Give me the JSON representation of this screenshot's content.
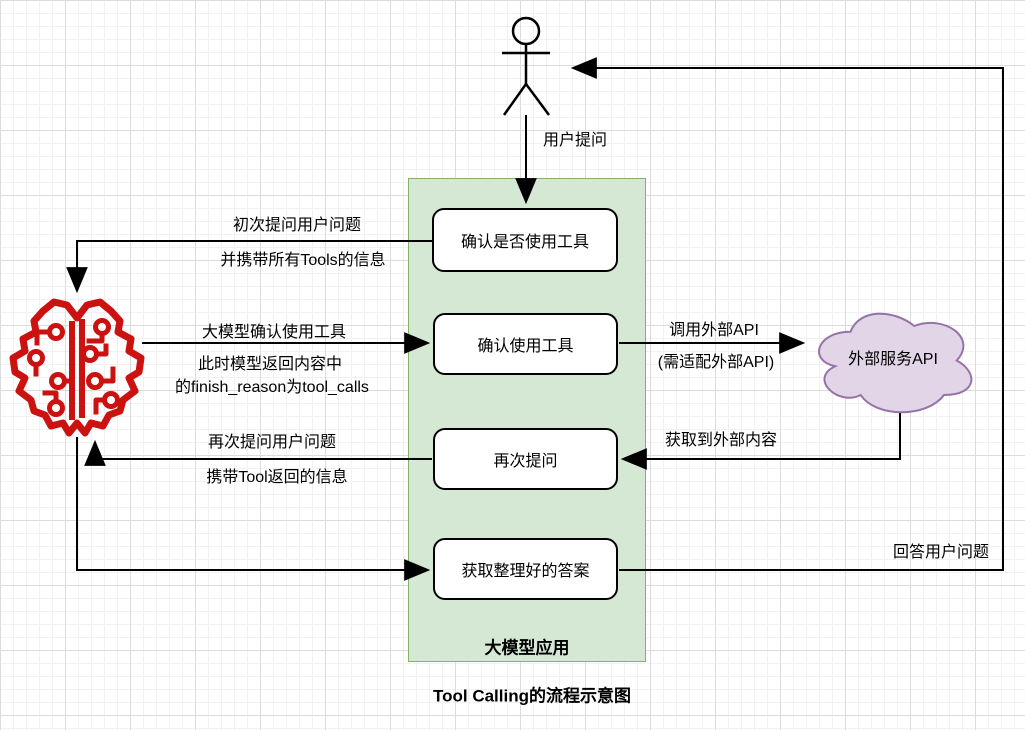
{
  "diagram": {
    "title": "Tool Calling的流程示意图",
    "container": {
      "label": "大模型应用"
    },
    "nodes": [
      {
        "id": "confirm-whether-use-tools",
        "label": "确认是否使用工具"
      },
      {
        "id": "confirm-use-tools",
        "label": "确认使用工具"
      },
      {
        "id": "ask-again",
        "label": "再次提问"
      },
      {
        "id": "get-final-answer",
        "label": "获取整理好的答案"
      }
    ],
    "cloud": {
      "label": "外部服务API"
    },
    "edge_labels": {
      "user_question": "用户提问",
      "first_ask_line1": "初次提问用户问题",
      "first_ask_line2": "并携带所有Tools的信息",
      "model_confirm_line1": "大模型确认使用工具",
      "model_confirm_line2": "此时模型返回内容中",
      "model_confirm_line3": "的finish_reason为tool_calls",
      "ask_again_line1": "再次提问用户问题",
      "ask_again_line2": "携带Tool返回的信息",
      "call_api_line1": "调用外部API",
      "call_api_line2": "(需适配外部API)",
      "got_external_content": "获取到外部内容",
      "answer_user": "回答用户问题"
    },
    "icons": {
      "actor": "person-icon",
      "brain": "ai-brain-circuit-icon"
    },
    "colors": {
      "container_fill": "#d5e8d4",
      "container_border": "#82b366",
      "cloud_fill": "#e1d5e7",
      "cloud_border": "#9673a6",
      "brain_red": "#cc1111",
      "edge": "#000000"
    }
  }
}
